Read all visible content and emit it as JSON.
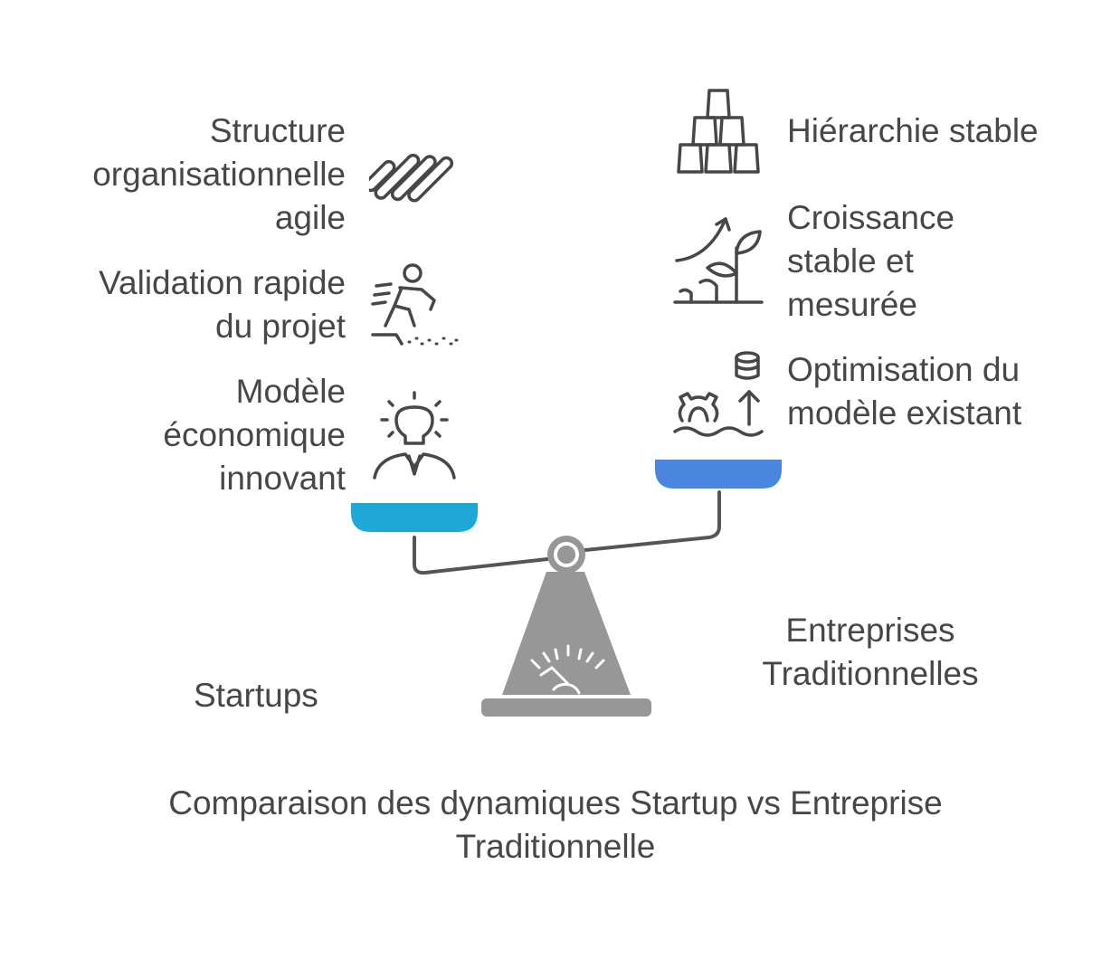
{
  "left": {
    "items": [
      {
        "label": "Structure\norganisationnelle\nagile",
        "icon": "agile-structure-icon"
      },
      {
        "label": "Validation rapide\ndu projet",
        "icon": "running-person-icon"
      },
      {
        "label": "Modèle\néconomique\ninnovant",
        "icon": "lightbulb-person-icon"
      }
    ],
    "title": "Startups",
    "pan_color": "#1FA8D6"
  },
  "right": {
    "items": [
      {
        "label": "Hiérarchie stable",
        "icon": "stacked-blocks-icon"
      },
      {
        "label": "Croissance\nstable et\nmesurée",
        "icon": "growing-plant-icon"
      },
      {
        "label": "Optimisation du\nmodèle existant",
        "icon": "gear-database-icon"
      }
    ],
    "title": "Entreprises\nTraditionnelles",
    "pan_color": "#4A86E0"
  },
  "caption": "Comparaison des dynamiques Startup vs Entreprise\nTraditionnelle",
  "colors": {
    "scale": "#979797",
    "beam": "#555555",
    "text": "#474747"
  }
}
